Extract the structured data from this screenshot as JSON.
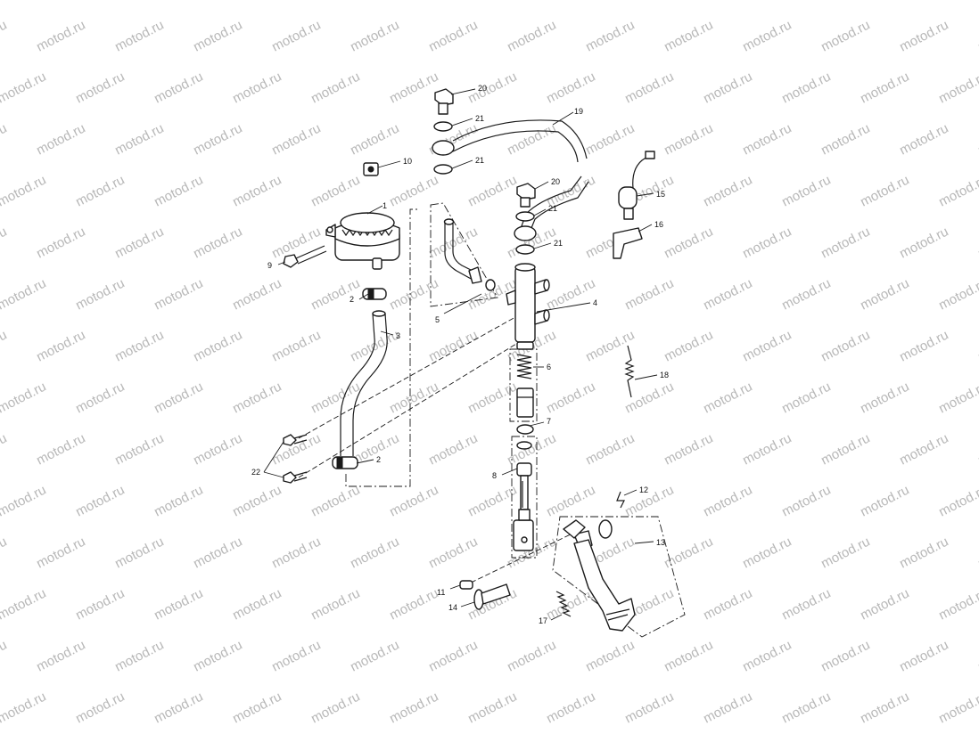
{
  "watermark": "motod.ru",
  "colors": {
    "line": "#1a1a1a",
    "watermark": "#b8b8b8",
    "background": "#ffffff"
  },
  "callouts": {
    "c1": "1",
    "c2a": "2",
    "c2b": "2",
    "c3": "3",
    "c4": "4",
    "c5": "5",
    "c6": "6",
    "c7": "7",
    "c8": "8",
    "c9": "9",
    "c10": "10",
    "c11": "11",
    "c12": "12",
    "c13": "13",
    "c14": "14",
    "c15": "15",
    "c16": "16",
    "c17": "17",
    "c18": "18",
    "c19": "19",
    "c20a": "20",
    "c20b": "20",
    "c21a": "21",
    "c21b": "21",
    "c21c": "21",
    "c21d": "21",
    "c22": "22"
  }
}
